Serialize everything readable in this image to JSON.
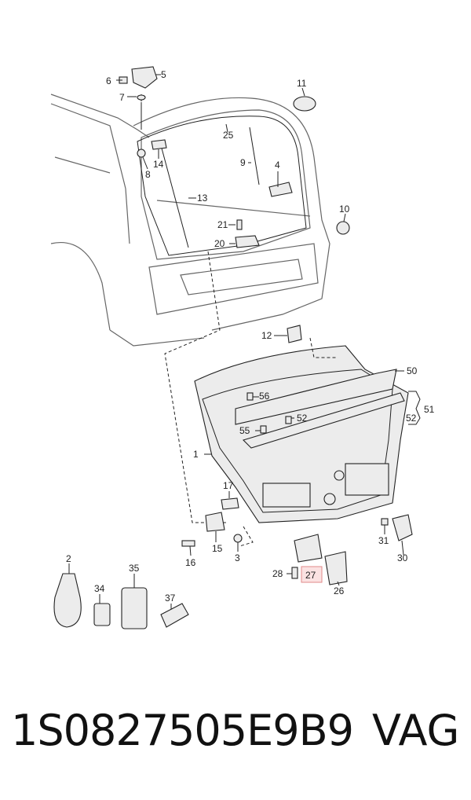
{
  "diagram": {
    "callouts": [
      "1",
      "2",
      "3",
      "4",
      "5",
      "6",
      "7",
      "8",
      "9",
      "10",
      "11",
      "12",
      "13",
      "14",
      "15",
      "16",
      "17",
      "20",
      "21",
      "25",
      "26",
      "27",
      "28",
      "30",
      "31",
      "34",
      "35",
      "37",
      "50",
      "51",
      "52",
      "55",
      "56"
    ],
    "callout_52b": "52",
    "highlight": "27"
  },
  "footer": {
    "part_number": "1S0827505E9B9",
    "brand": "VAG"
  }
}
